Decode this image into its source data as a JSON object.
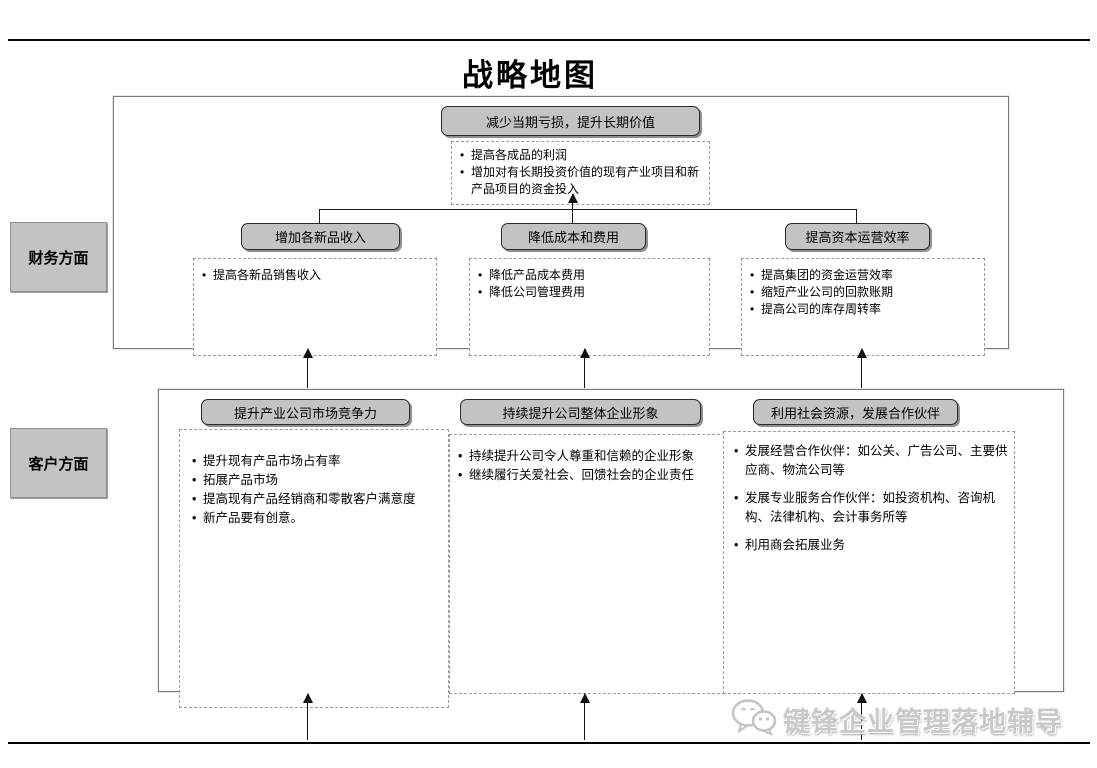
{
  "title": "战略地图",
  "watermark": {
    "text": "键锋企业管理落地辅导",
    "icon": "wechat-icon"
  },
  "colors": {
    "node_fill": "#c3c3c3",
    "node_border": "#2b2b2b",
    "dashed_border": "#9a9a9a",
    "rule": "#000000",
    "watermark_gray": "#c9c9c9"
  },
  "sections": {
    "financial": {
      "label": "财务方面",
      "top_goal": "减少当期亏损，提升长期价值",
      "top_bullets": [
        "提高各成品的利润",
        "增加对有长期投资价值的现有产业项目和新产品项目的资金投入"
      ],
      "groups": [
        {
          "header": "增加各新品收入",
          "bullets": [
            "提高各新品销售收入"
          ]
        },
        {
          "header": "降低成本和费用",
          "bullets": [
            "降低产品成本费用",
            "降低公司管理费用"
          ]
        },
        {
          "header": "提高资本运营效率",
          "bullets": [
            "提高集团的资金运营效率",
            "缩短产业公司的回款账期",
            "提高公司的库存周转率"
          ]
        }
      ]
    },
    "customer": {
      "label": "客户方面",
      "groups": [
        {
          "header": "提升产业公司市场竞争力",
          "bullets": [
            "提升现有产品市场占有率",
            "拓展产品市场",
            "提高现有产品经销商和零散客户满意度",
            "新产品要有创意。"
          ]
        },
        {
          "header": "持续提升公司整体企业形象",
          "bullets": [
            "持续提升公司令人尊重和信赖的企业形象",
            "继续履行关爱社会、回馈社会的企业责任"
          ]
        },
        {
          "header": "利用社会资源，发展合作伙伴",
          "bullets": [
            "发展经营合作伙伴：如公关、广告公司、主要供应商、物流公司等",
            "发展专业服务合作伙伴：如投资机构、咨询机构、法律机构、会计事务所等",
            "利用商会拓展业务"
          ]
        }
      ]
    }
  }
}
